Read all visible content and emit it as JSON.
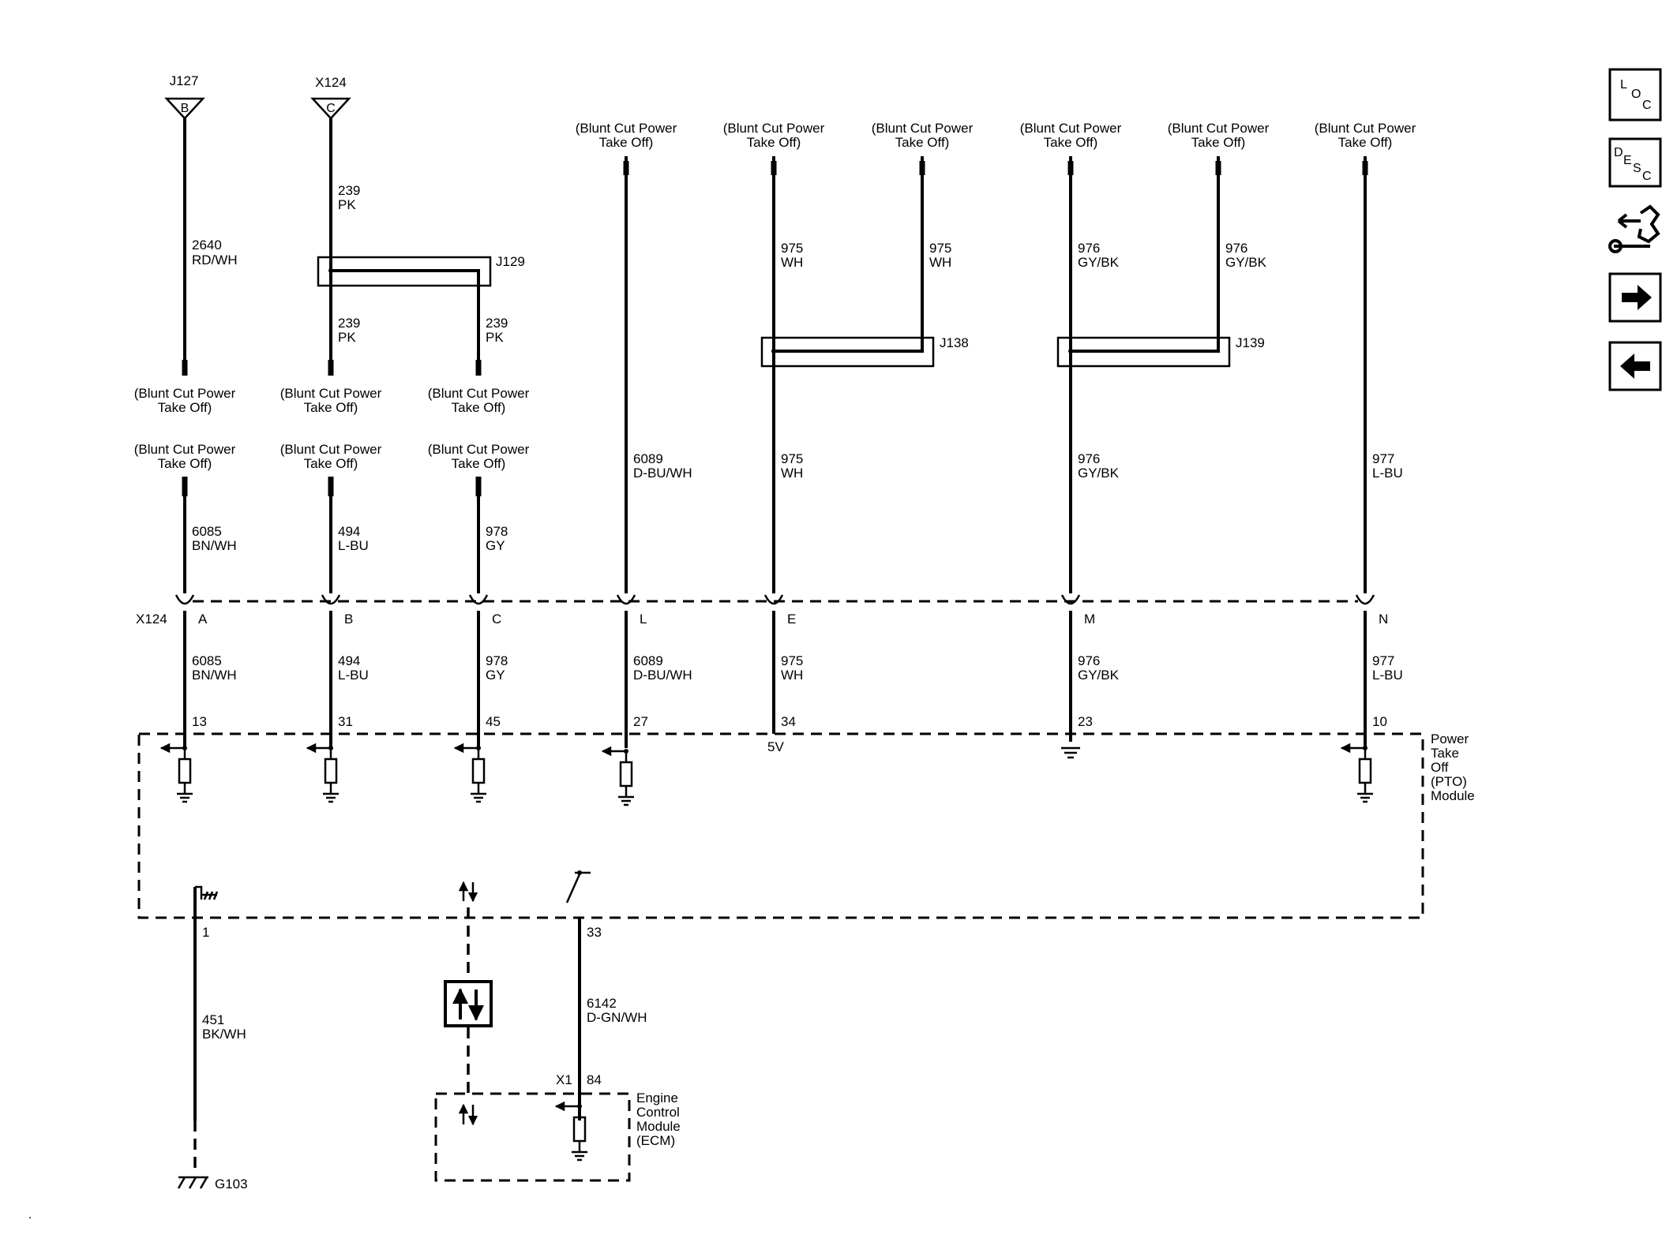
{
  "source_connectors": [
    {
      "name": "J127",
      "pin": "B"
    },
    {
      "name": "X124",
      "pin": "C"
    }
  ],
  "blunt_cut": "(Blunt Cut Power\nTake Off)",
  "circuits": {
    "c2640": [
      "2640",
      "RD/WH"
    ],
    "c239a": [
      "239",
      "PK"
    ],
    "c239b": [
      "239",
      "PK"
    ],
    "c239c": [
      "239",
      "PK"
    ],
    "c6085": [
      "6085",
      "BN/WH"
    ],
    "c494": [
      "494",
      "L-BU"
    ],
    "c978": [
      "978",
      "GY"
    ],
    "c6089": [
      "6089",
      "D-BU/WH"
    ],
    "c975a": [
      "975",
      "WH"
    ],
    "c975b": [
      "975",
      "WH"
    ],
    "c975c": [
      "975",
      "WH"
    ],
    "c976a": [
      "976",
      "GY/BK"
    ],
    "c976b": [
      "976",
      "GY/BK"
    ],
    "c976c": [
      "976",
      "GY/BK"
    ],
    "c977": [
      "977",
      "L-BU"
    ],
    "c451": [
      "451",
      "BK/WH"
    ],
    "c6142": [
      "6142",
      "D-GN/WH"
    ]
  },
  "splices": [
    "J129",
    "J138",
    "J139"
  ],
  "inline_connector": {
    "name": "X124",
    "pins": [
      "A",
      "B",
      "C",
      "L",
      "E",
      "M",
      "N"
    ]
  },
  "pto_pins": [
    "13",
    "31",
    "45",
    "27",
    "34",
    "23",
    "10"
  ],
  "pto_module": "Power\nTake\nOff\n(PTO)\nModule",
  "reference_5v": "5V",
  "lower_pins": {
    "ground_pin": "1",
    "switch_pin": "33"
  },
  "ecm": {
    "connector": "X1",
    "pin": "84",
    "label": "Engine\nControl\nModule\n(ECM)"
  },
  "ground": "G103",
  "side_buttons": [
    {
      "id": "loc",
      "icon": "loc-icon",
      "letters": [
        "L",
        "O",
        "C"
      ]
    },
    {
      "id": "desc",
      "icon": "desc-icon",
      "letters": [
        "D",
        "E",
        "S",
        "C"
      ]
    },
    {
      "id": "connector",
      "icon": "connector-wrench-icon"
    },
    {
      "id": "next",
      "icon": "arrow-right-icon"
    },
    {
      "id": "prev",
      "icon": "arrow-left-icon"
    }
  ]
}
